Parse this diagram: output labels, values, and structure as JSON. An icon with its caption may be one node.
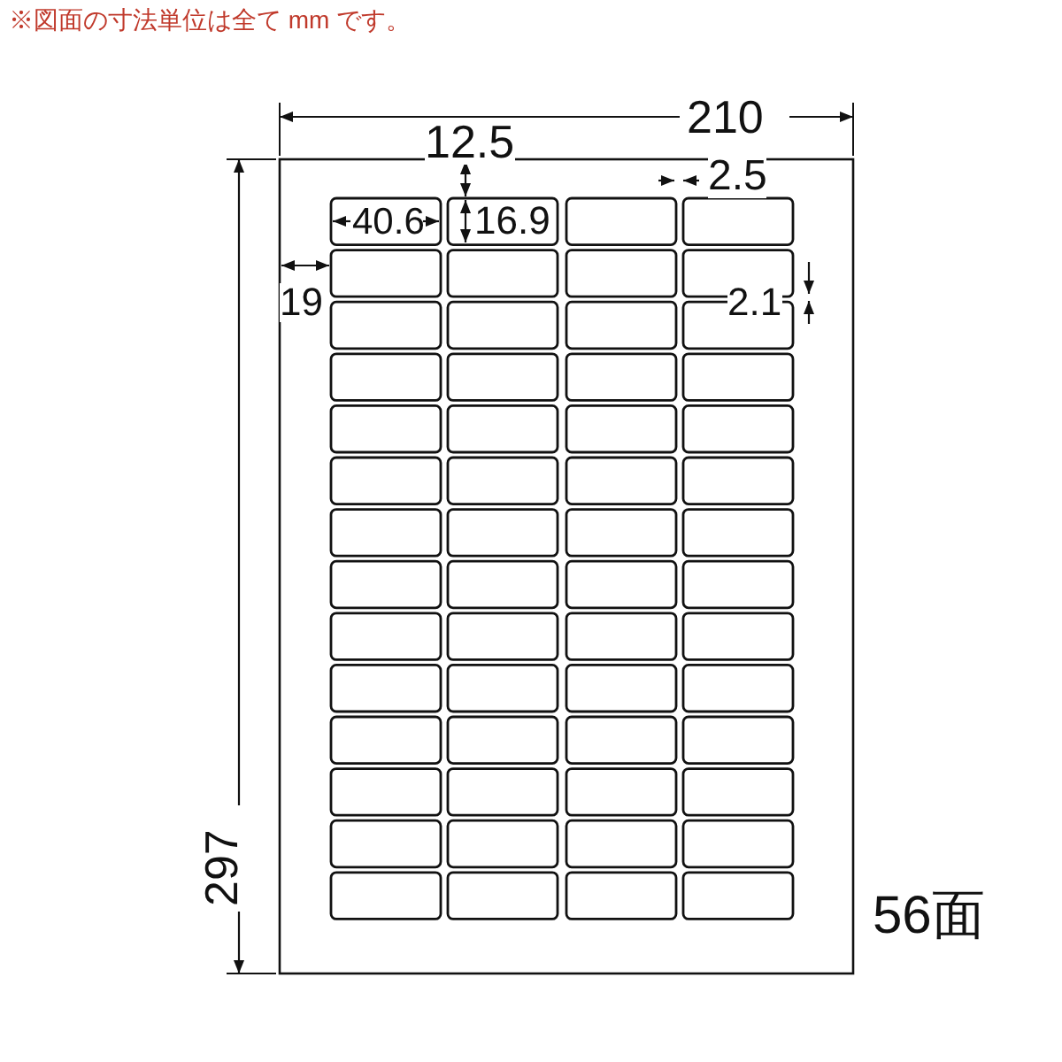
{
  "diagram": {
    "title": "※図面の寸法単位は全て mm です。",
    "labels": [
      "210",
      "12.5",
      "2.5",
      "40.6",
      "16.9",
      "19",
      "2.1",
      "297",
      "56面"
    ]
  }
}
